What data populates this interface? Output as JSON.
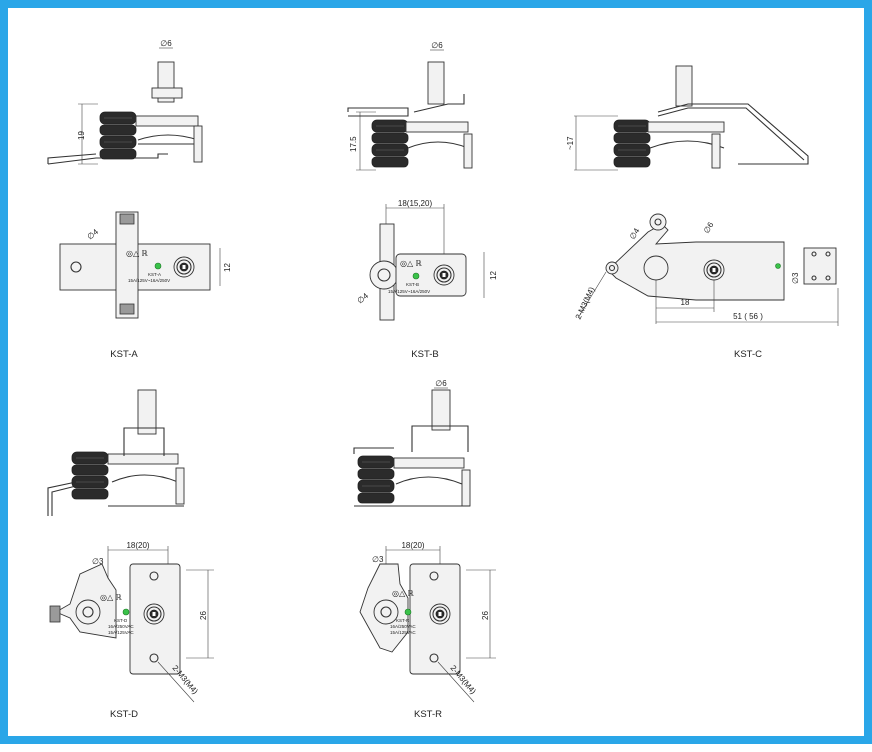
{
  "models": [
    {
      "name": "KST-A",
      "side_dim": "19",
      "diameter": "∅6",
      "plan_dims": [
        "∅4",
        "12"
      ],
      "marking": [
        "KST-A",
        "15A/125V~16A/250V"
      ]
    },
    {
      "name": "KST-B",
      "side_dim": "17.5",
      "diameter": "∅6",
      "plan_dims": [
        "18(15,20)",
        "12",
        "∅4"
      ],
      "marking": [
        "KST-B",
        "15A/125V~16A/250V"
      ]
    },
    {
      "name": "KST-C",
      "side_dim": "~17",
      "diameter": "",
      "plan_dims": [
        "∅4",
        "∅6",
        "18",
        "51 ( 56 )",
        "2-M3(M4)",
        "∅3"
      ],
      "marking": []
    },
    {
      "name": "KST-D",
      "side_dim": "",
      "diameter": "",
      "plan_dims": [
        "18(20)",
        "∅3",
        "26",
        "2-M3(M4)"
      ],
      "marking": [
        "KST-D",
        "16A/250VAC",
        "15A/125VAC"
      ]
    },
    {
      "name": "KST-R",
      "side_dim": "",
      "diameter": "∅6",
      "plan_dims": [
        "18(20)",
        "∅3",
        "26",
        "2-M3(M4)"
      ],
      "marking": [
        "KST-R",
        "16A/250VAC",
        "15A/125VAC"
      ]
    }
  ],
  "colors": {
    "frame": "#2aa6e8",
    "line": "#333333",
    "indicator": "#3ac24a"
  }
}
